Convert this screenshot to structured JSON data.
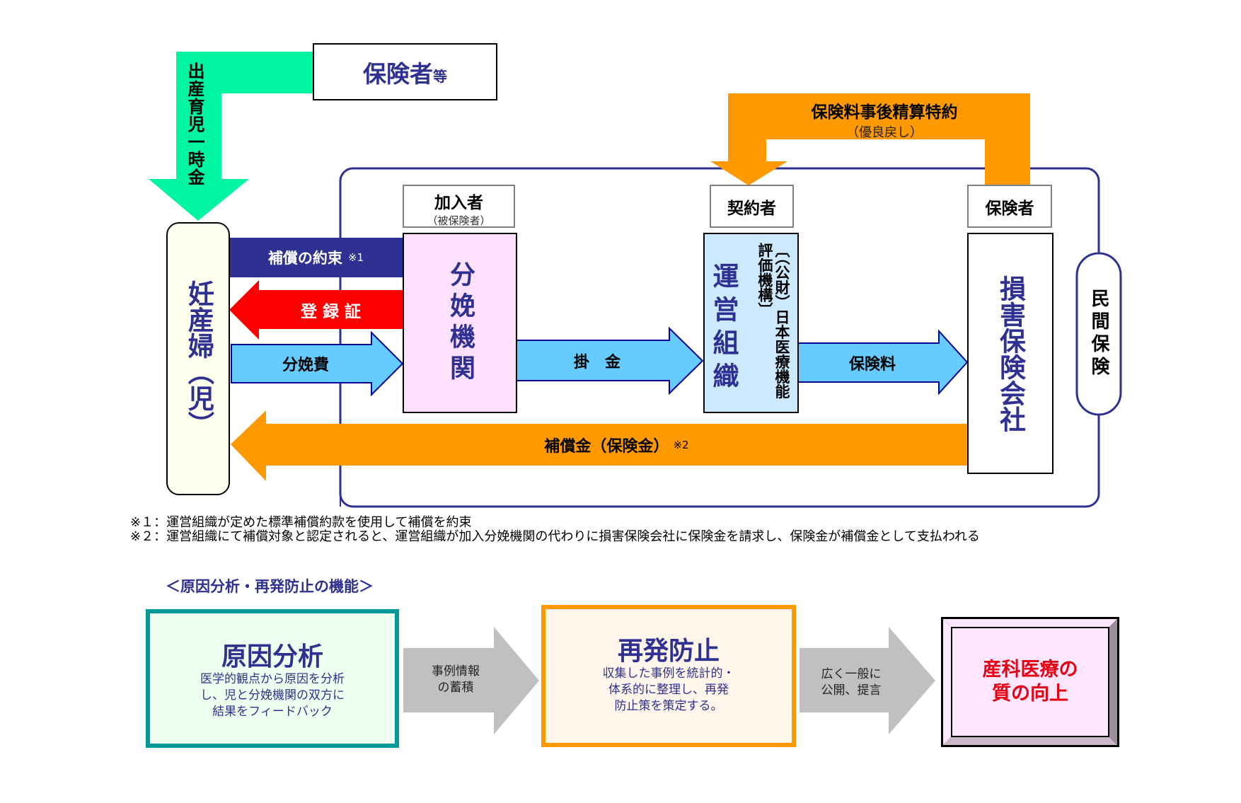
{
  "top": {
    "insurer_label": "保険者",
    "insurer_suffix": "等",
    "birth_allowance": "出産育児一時金",
    "premium_adjustment": {
      "title": "保険料事後精算特約",
      "subtitle": "（優良戻し）"
    }
  },
  "roles": {
    "member": {
      "title": "加入者",
      "subtitle": "（被保険者）"
    },
    "contractor": "契約者",
    "insurer": "保険者"
  },
  "entities": {
    "mother": "妊産婦（児）",
    "facility": "分娩機関",
    "operator": "運営組織",
    "operator_name": "〔（公財）日本医療機能評価機構〕",
    "insurance_company": "損害保険会社",
    "private_insurance": "民間保険"
  },
  "flows": {
    "promise": "補償の約束",
    "promise_note": "※1",
    "registration": "登 録 証",
    "delivery_fee": "分娩費",
    "premium_contribution": "掛　金",
    "insurance_premium": "保険料",
    "compensation": "補償金（保険金）",
    "compensation_note": "※2"
  },
  "footnotes": [
    "※１：運営組織が定めた標準補償約款を使用して補償を約束",
    "※２：運営組織にて補償対象と認定されると、運営組織が加入分娩機関の代わりに損害保険会社に保険金を請求し、保険金が補償金として支払われる"
  ],
  "functions": {
    "heading": "＜原因分析・再発防止の機能＞",
    "cause_analysis": {
      "title": "原因分析",
      "lines": [
        "医学的観点から原因を分析",
        "し、児と分娩機関の双方に",
        "結果をフィードバック"
      ]
    },
    "arrow1": [
      "事例情報",
      "の蓄積"
    ],
    "prevention": {
      "title": "再発防止",
      "lines": [
        "収集した事例を統計的・",
        "体系的に整理し、再発",
        "防止策を策定する。"
      ]
    },
    "arrow2": [
      "広く一般に",
      "公開、提言"
    ],
    "outcome": [
      "産科医療の",
      "質の向上"
    ]
  },
  "colors": {
    "navy": "#2e3192",
    "green_arrow": "#00f5a0",
    "orange": "#ff9900",
    "red": "#ff0000",
    "blue_arrow": "#66ccff",
    "teal": "#009999",
    "gray_arrow": "#c0c0c0"
  }
}
